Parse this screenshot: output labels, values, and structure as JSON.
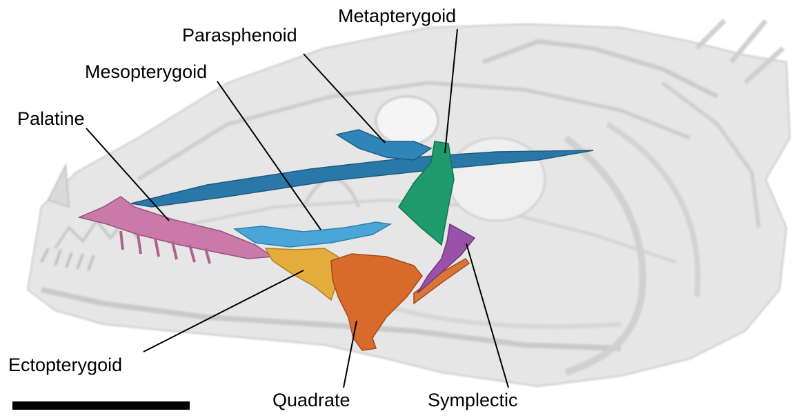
{
  "labels": {
    "metapterygoid": "Metapterygoid",
    "parasphenoid": "Parasphenoid",
    "mesopterygoid": "Mesopterygoid",
    "palatine": "Palatine",
    "ectopterygoid": "Ectopterygoid",
    "quadrate": "Quadrate",
    "symplectic": "Symplectic"
  },
  "colors": {
    "skull": "#c8c8c8",
    "parasphenoid": "#2a78a8",
    "mesopterygoid": "#4aa6d8",
    "metapterygoid": "#1f9a6c",
    "palatine": "#c97aa8",
    "ectopterygoid": "#e3ac3c",
    "quadrate": "#d86a2c",
    "symplectic": "#9a52a8",
    "scale_bar": "#000000"
  }
}
